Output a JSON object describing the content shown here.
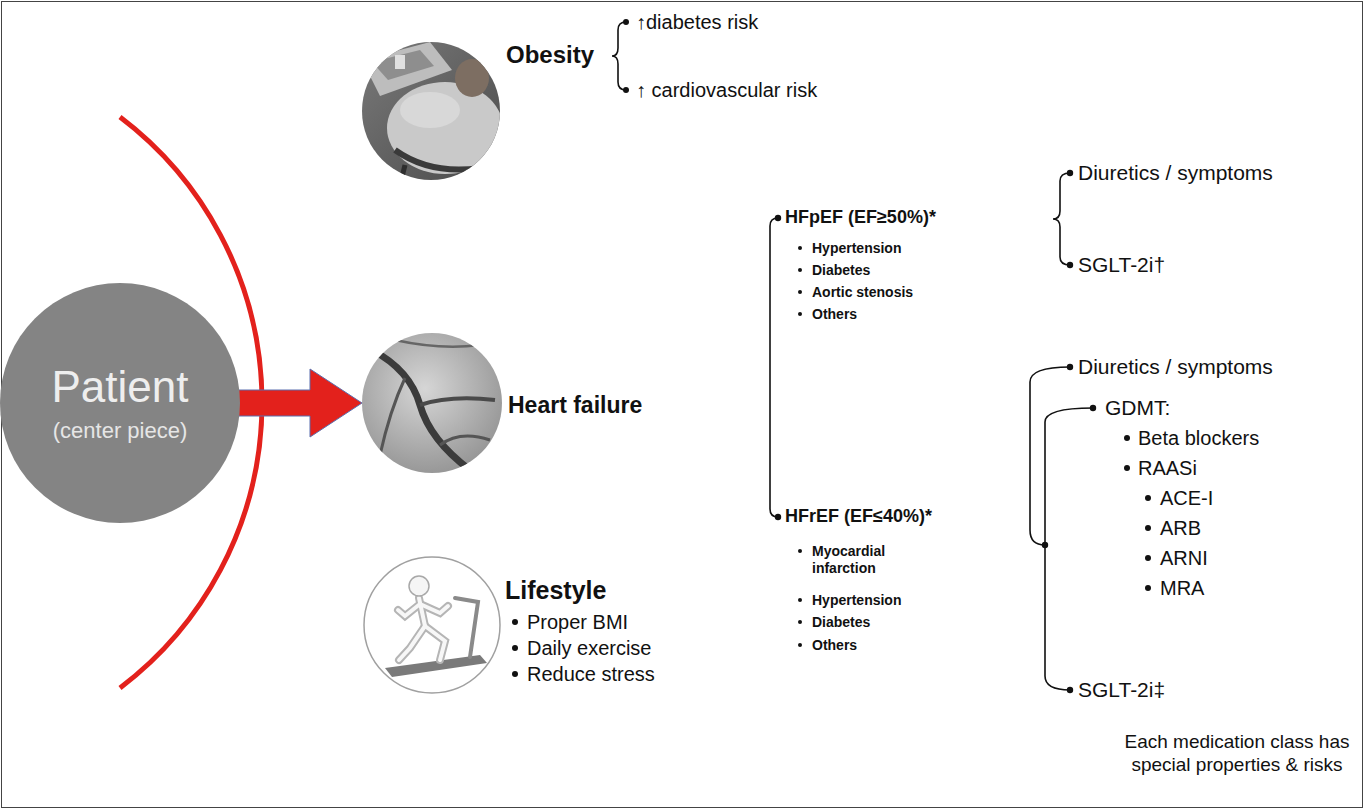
{
  "diagram": {
    "nodes": [
      {
        "text": [
          "Patient",
          "(center piece)"
        ]
      },
      {
        "text": [
          "Obesity"
        ]
      },
      {
        "text": [
          "Heart failure"
        ]
      },
      {
        "text": [
          "Lifestyle",
          "Proper BMI",
          "Daily exercise",
          "Reduce stress"
        ]
      }
    ],
    "edges": [
      {
        "from": 0,
        "to": 2,
        "arrow": "to"
      }
    ],
    "labels": [
      "↑diabetes risk",
      "↑ cardiovascular risk",
      "HFpEF (EF≥50%)*",
      "Hypertension",
      "Diabetes",
      "Aortic stenosis",
      "Others",
      "Diuretics / symptoms",
      "SGLT-2i†",
      "HFrEF (EF≤40%)*",
      "Myocardial infarction",
      "Hypertension",
      "Diabetes",
      "Others",
      "Diuretics / symptoms",
      "GDMT:",
      "Beta blockers",
      "RAASi",
      "ACE-I",
      "ARB",
      "ARNI",
      "MRA",
      "SGLT-2i‡",
      "Each medication class has special properties & risks"
    ]
  }
}
